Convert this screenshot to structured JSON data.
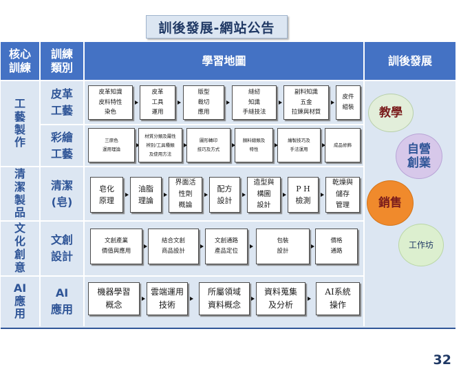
{
  "title": "訓後發展-網站公告",
  "header": {
    "core": "核心\n訓練",
    "category": "訓練\n類別",
    "map": "學習地圖",
    "development": "訓後發展"
  },
  "core_groups": [
    "工\n藝\n製\n作",
    "清\n潔\n製\n品",
    "文\n化\n創\n意",
    "AI\n應\n用"
  ],
  "categories": {
    "leather": "皮革\n工藝",
    "painting": "彩繪\n工藝",
    "cleaning": "清潔\n(皂)",
    "cultural": "文創\n設計",
    "ai": "AI\n應用"
  },
  "rows": {
    "leather": [
      "皮革知識\n皮料特性\n染色",
      "皮革\n工具\n運用",
      "版型\n裁切\n應用",
      "縫紉\n知識\n手縫技法",
      "副料知識\n五金\n拉鍊與材質",
      "皮件\n組裝"
    ],
    "painting": [
      "三原色\n運用理論",
      "材質分類及屬性\n辨別/工具種類\n及使用方法",
      "圖形轉印\n技巧及方式",
      "顏料總類及\n特性",
      "繪製技巧及\n手法運用",
      "成品修飾"
    ],
    "cleaning": [
      "皂化\n原理",
      "油脂\n理論",
      "界面活\n性劑\n概論",
      "配方\n設計",
      "造型與\n構圖\n設計",
      "P H\n檢測",
      "乾燥與\n儲存\n管理"
    ],
    "cultural": [
      "文創產業\n價值與應用",
      "結合文創\n商品設計",
      "文創通路\n產品定位",
      "包裝\n設計",
      "價格\n通路"
    ],
    "ai": [
      "機器學習\n概念",
      "雲端運用\n技術",
      "所屬領域\n資料概念",
      "資料蒐集\n及分析",
      "AI系統\n操作"
    ]
  },
  "development": [
    "教學",
    "自營\n創業",
    "銷售",
    "工作坊"
  ],
  "colors": {
    "header_bg": "#4472c4",
    "panel_bg": "#dce6f2",
    "text_blue": "#2f5597",
    "teaching": "#e2eeda",
    "startup": "#d7c8ea",
    "sales": "#f08a2c",
    "workshop": "#dcefcf"
  },
  "page_number": "32"
}
